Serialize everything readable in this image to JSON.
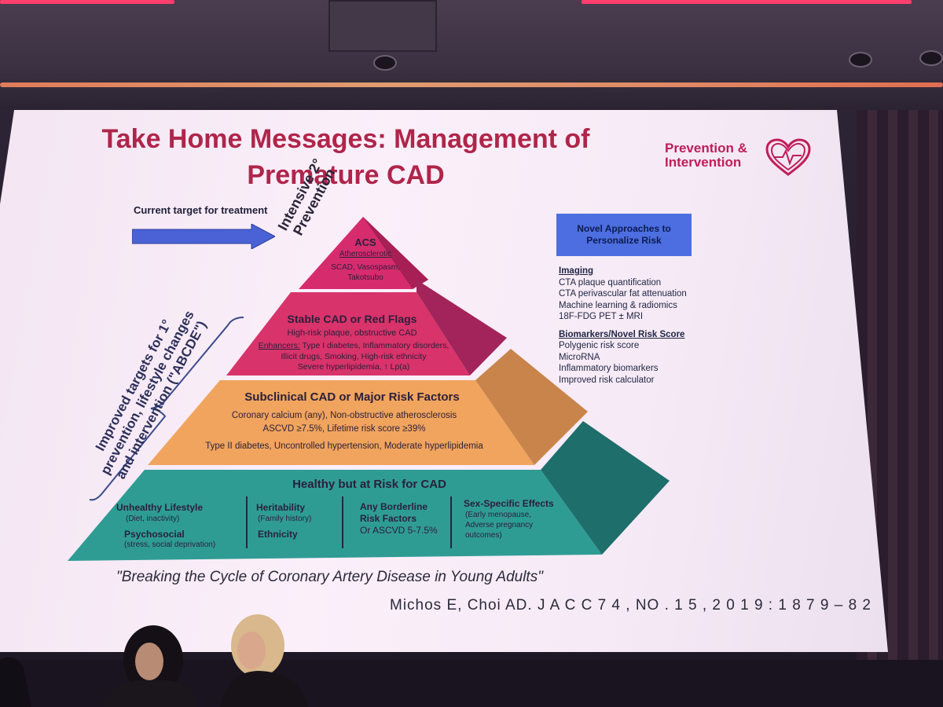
{
  "slide": {
    "title": "Take Home Messages: Management of Premature CAD",
    "logo_line1": "Prevention &",
    "logo_line2": "Intervention",
    "arrow_label": "Current target for treatment",
    "intensive_label": "Intensive 2° Prevention",
    "side_label": "Improved targets for 1° prevention, lifestyle changes and intervention (\"ABCDE\")",
    "pyramid": {
      "acs": {
        "title": "ACS",
        "subtitle": "Atherosclerotic",
        "lines": [
          "SCAD, Vasospasm,",
          "Takotsubo"
        ]
      },
      "stable": {
        "title": "Stable CAD or Red Flags",
        "subtitle": "High-risk plaque, obstructive CAD",
        "enhancers_label": "Enhancers:",
        "lines": [
          " Type I diabetes, Inflammatory disorders,",
          "Illicit drugs, Smoking, High-risk ethnicity",
          "Severe hyperlipidemia, ↑ Lp(a)"
        ]
      },
      "subclinical": {
        "title": "Subclinical CAD or Major Risk Factors",
        "lines": [
          "Coronary calcium (any), Non-obstructive atherosclerosis",
          "ASCVD ≥7.5%, Lifetime risk score ≥39%",
          "Type II diabetes, Uncontrolled hypertension, Moderate hyperlipidemia"
        ]
      },
      "healthy": {
        "title": "Healthy but at Risk for CAD",
        "col1_title": "Unhealthy Lifestyle",
        "col1_sub": "(Diet, inactivity)",
        "col1_title2": "Psychosocial",
        "col1_sub2": "(stress, social deprivation)",
        "col2_title": "Heritability",
        "col2_sub": "(Family history)",
        "col2_title2": "Ethnicity",
        "col3_line1": "Any Borderline",
        "col3_line2": "Risk Factors",
        "col3_line3": "Or ASCVD 5-7.5%",
        "col4_title": "Sex-Specific Effects",
        "col4_sub1": "(Early menopause,",
        "col4_sub2": "Adverse pregnancy",
        "col4_sub3": "outcomes)"
      }
    },
    "novel": {
      "box": "Novel Approaches to Personalize Risk",
      "imaging_header": "Imaging",
      "imaging": [
        "CTA plaque quantification",
        "CTA perivascular fat attenuation",
        "Machine learning & radiomics",
        "18F-FDG PET ± MRI"
      ],
      "bio_header": "Biomarkers/Novel Risk Score",
      "bio": [
        "Polygenic risk score",
        "MicroRNA",
        "Inflammatory biomarkers",
        "Improved risk calculator"
      ]
    },
    "quote": "\"Breaking the Cycle of Coronary Artery Disease in Young Adults\"",
    "reference": "Michos E, Choi AD. J A C C 7 4 , NO . 1 5 , 2 0 1 9 : 1 8 7 9 – 8 2"
  },
  "colors": {
    "title": "#b0254a",
    "acs_tier": "#d62c6e",
    "stable_tier": "#d8336a",
    "subclinical_tier": "#f0a45e",
    "healthy_tier": "#2f9c94",
    "novel_box": "#4c6ee0",
    "arrow": "#4a62d6"
  }
}
